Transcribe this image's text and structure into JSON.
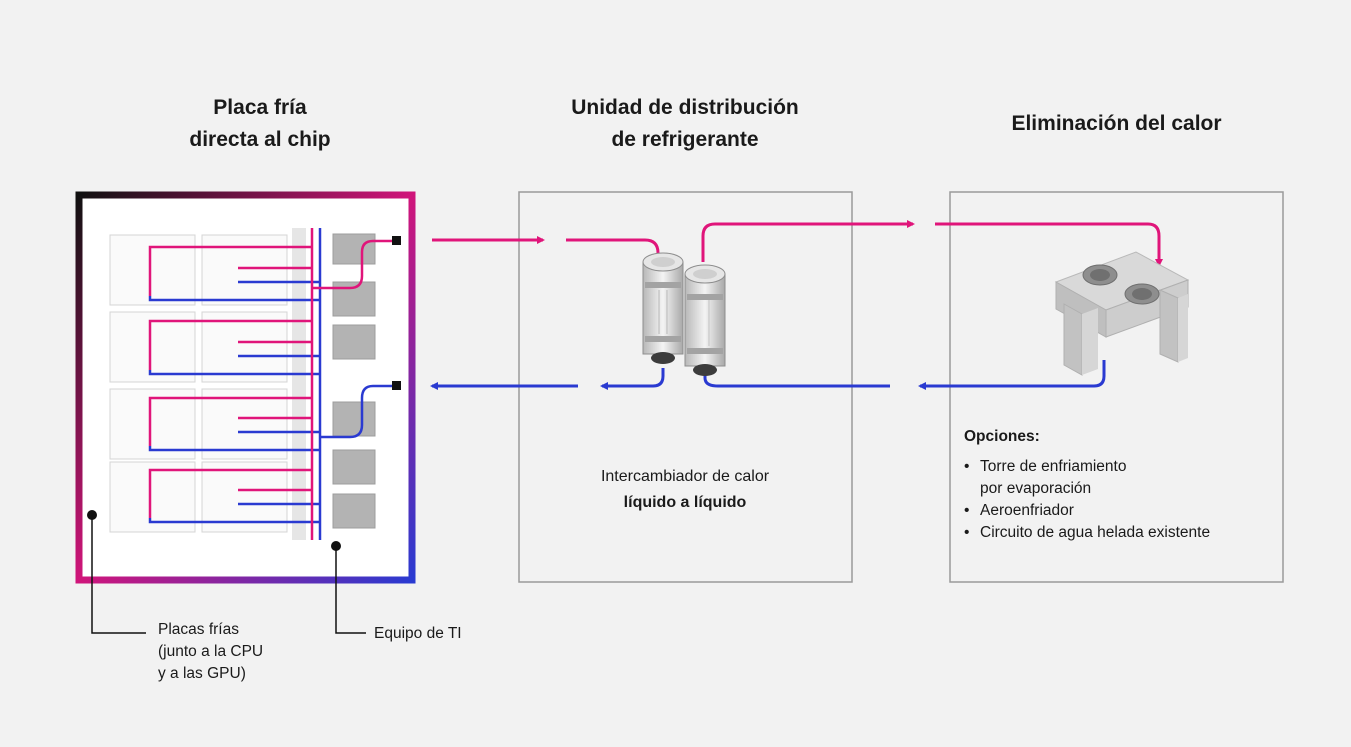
{
  "sections": {
    "coldplate": {
      "title_lines": [
        "Placa fría",
        "directa al chip"
      ]
    },
    "cdu": {
      "title_lines": [
        "Unidad de distribución",
        "de refrigerante"
      ]
    },
    "heat_rejection": {
      "title_lines": [
        "Eliminación del calor"
      ]
    }
  },
  "heat_exchanger": {
    "line1": "Intercambiador de calor",
    "line2": "líquido a líquido"
  },
  "options": {
    "title": "Opciones:",
    "items": [
      {
        "lines": [
          "Torre de enfriamiento",
          "por evaporación"
        ]
      },
      {
        "lines": [
          "Aeroenfriador"
        ]
      },
      {
        "lines": [
          "Circuito de agua helada existente"
        ]
      }
    ]
  },
  "callouts": {
    "cold_plates": [
      "Placas frías",
      "(junto a la CPU",
      "y a las GPU)"
    ],
    "it_equipment": "Equipo de TI"
  },
  "colors": {
    "hot": "#e0157a",
    "cold": "#2a3ad1",
    "box_border": "#9a9a9a",
    "background": "#f2f2f2"
  }
}
